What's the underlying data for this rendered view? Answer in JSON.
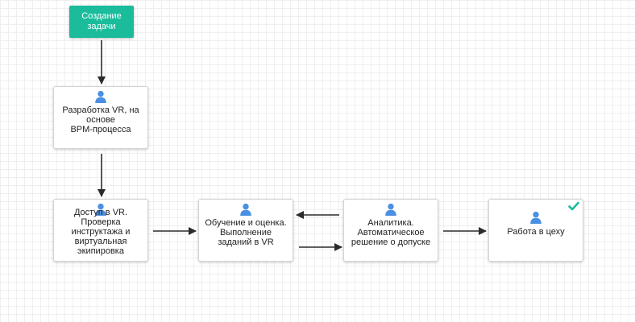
{
  "diagram": {
    "start": {
      "label": "Создание\nзадачи"
    },
    "tasks": [
      {
        "id": "t1",
        "label": "Разработка VR, на\nоснове\nBPM-процесса",
        "icon": "user-icon"
      },
      {
        "id": "t2",
        "label": "Доступ в VR.\nПроверка\nинструктажа и\nвиртуальная\nэкипировка",
        "icon": "user-icon"
      },
      {
        "id": "t3",
        "label": "Обучение и оценка.\nВыполнение\nзаданий в VR",
        "icon": "user-icon"
      },
      {
        "id": "t4",
        "label": "Аналитика.\nАвтоматическое\nрешение о допуске",
        "icon": "user-icon"
      },
      {
        "id": "t5",
        "label": "Работа в цеху",
        "icon": "user-icon",
        "status_icon": "checkmark-icon"
      }
    ],
    "colors": {
      "start_fill": "#1abc9c",
      "user_icon": "#4a90e2",
      "check": "#1abc9c",
      "arrow": "#2b2b2b"
    }
  }
}
